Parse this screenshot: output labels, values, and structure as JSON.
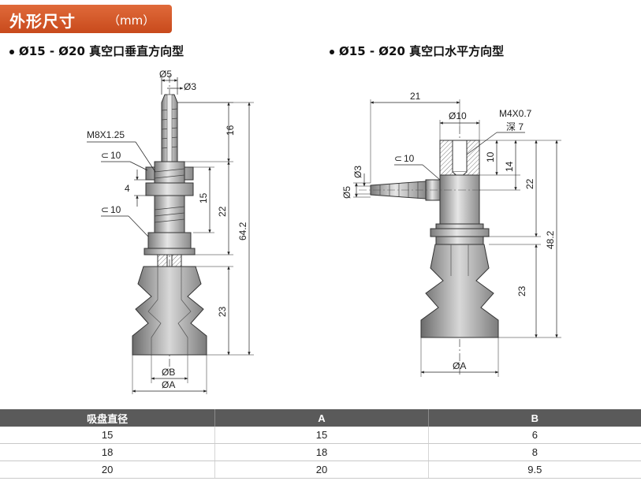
{
  "header": {
    "title": "外形尺寸",
    "unit": "（mm）"
  },
  "sections": {
    "left": "Ø15 - Ø20 真空口垂直方向型",
    "right": "Ø15 - Ø20 真空口水平方向型"
  },
  "left_drawing": {
    "d5": "Ø5",
    "d3": "Ø3",
    "thread": "M8X1.25",
    "wrench1": "10",
    "wrench2": "10",
    "dim_4": "4",
    "dim_16": "16",
    "dim_15": "15",
    "dim_22": "22",
    "dim_64": "64.2",
    "dim_23": "23",
    "dia_b": "ØB",
    "dia_a": "ØA"
  },
  "right_drawing": {
    "dim_21": "21",
    "d10": "Ø10",
    "thread": "M4X0.7",
    "depth": "深 7",
    "wrench": "10",
    "d3": "Ø3",
    "d5": "Ø5",
    "dim_10": "10",
    "dim_14": "14",
    "dim_22": "22",
    "dim_48": "48.2",
    "dim_23": "23",
    "dia_a": "ØA"
  },
  "table": {
    "headers": [
      "吸盘直径",
      "A",
      "B"
    ],
    "rows": [
      [
        "15",
        "15",
        "6"
      ],
      [
        "18",
        "18",
        "8"
      ],
      [
        "20",
        "20",
        "9.5"
      ]
    ]
  }
}
